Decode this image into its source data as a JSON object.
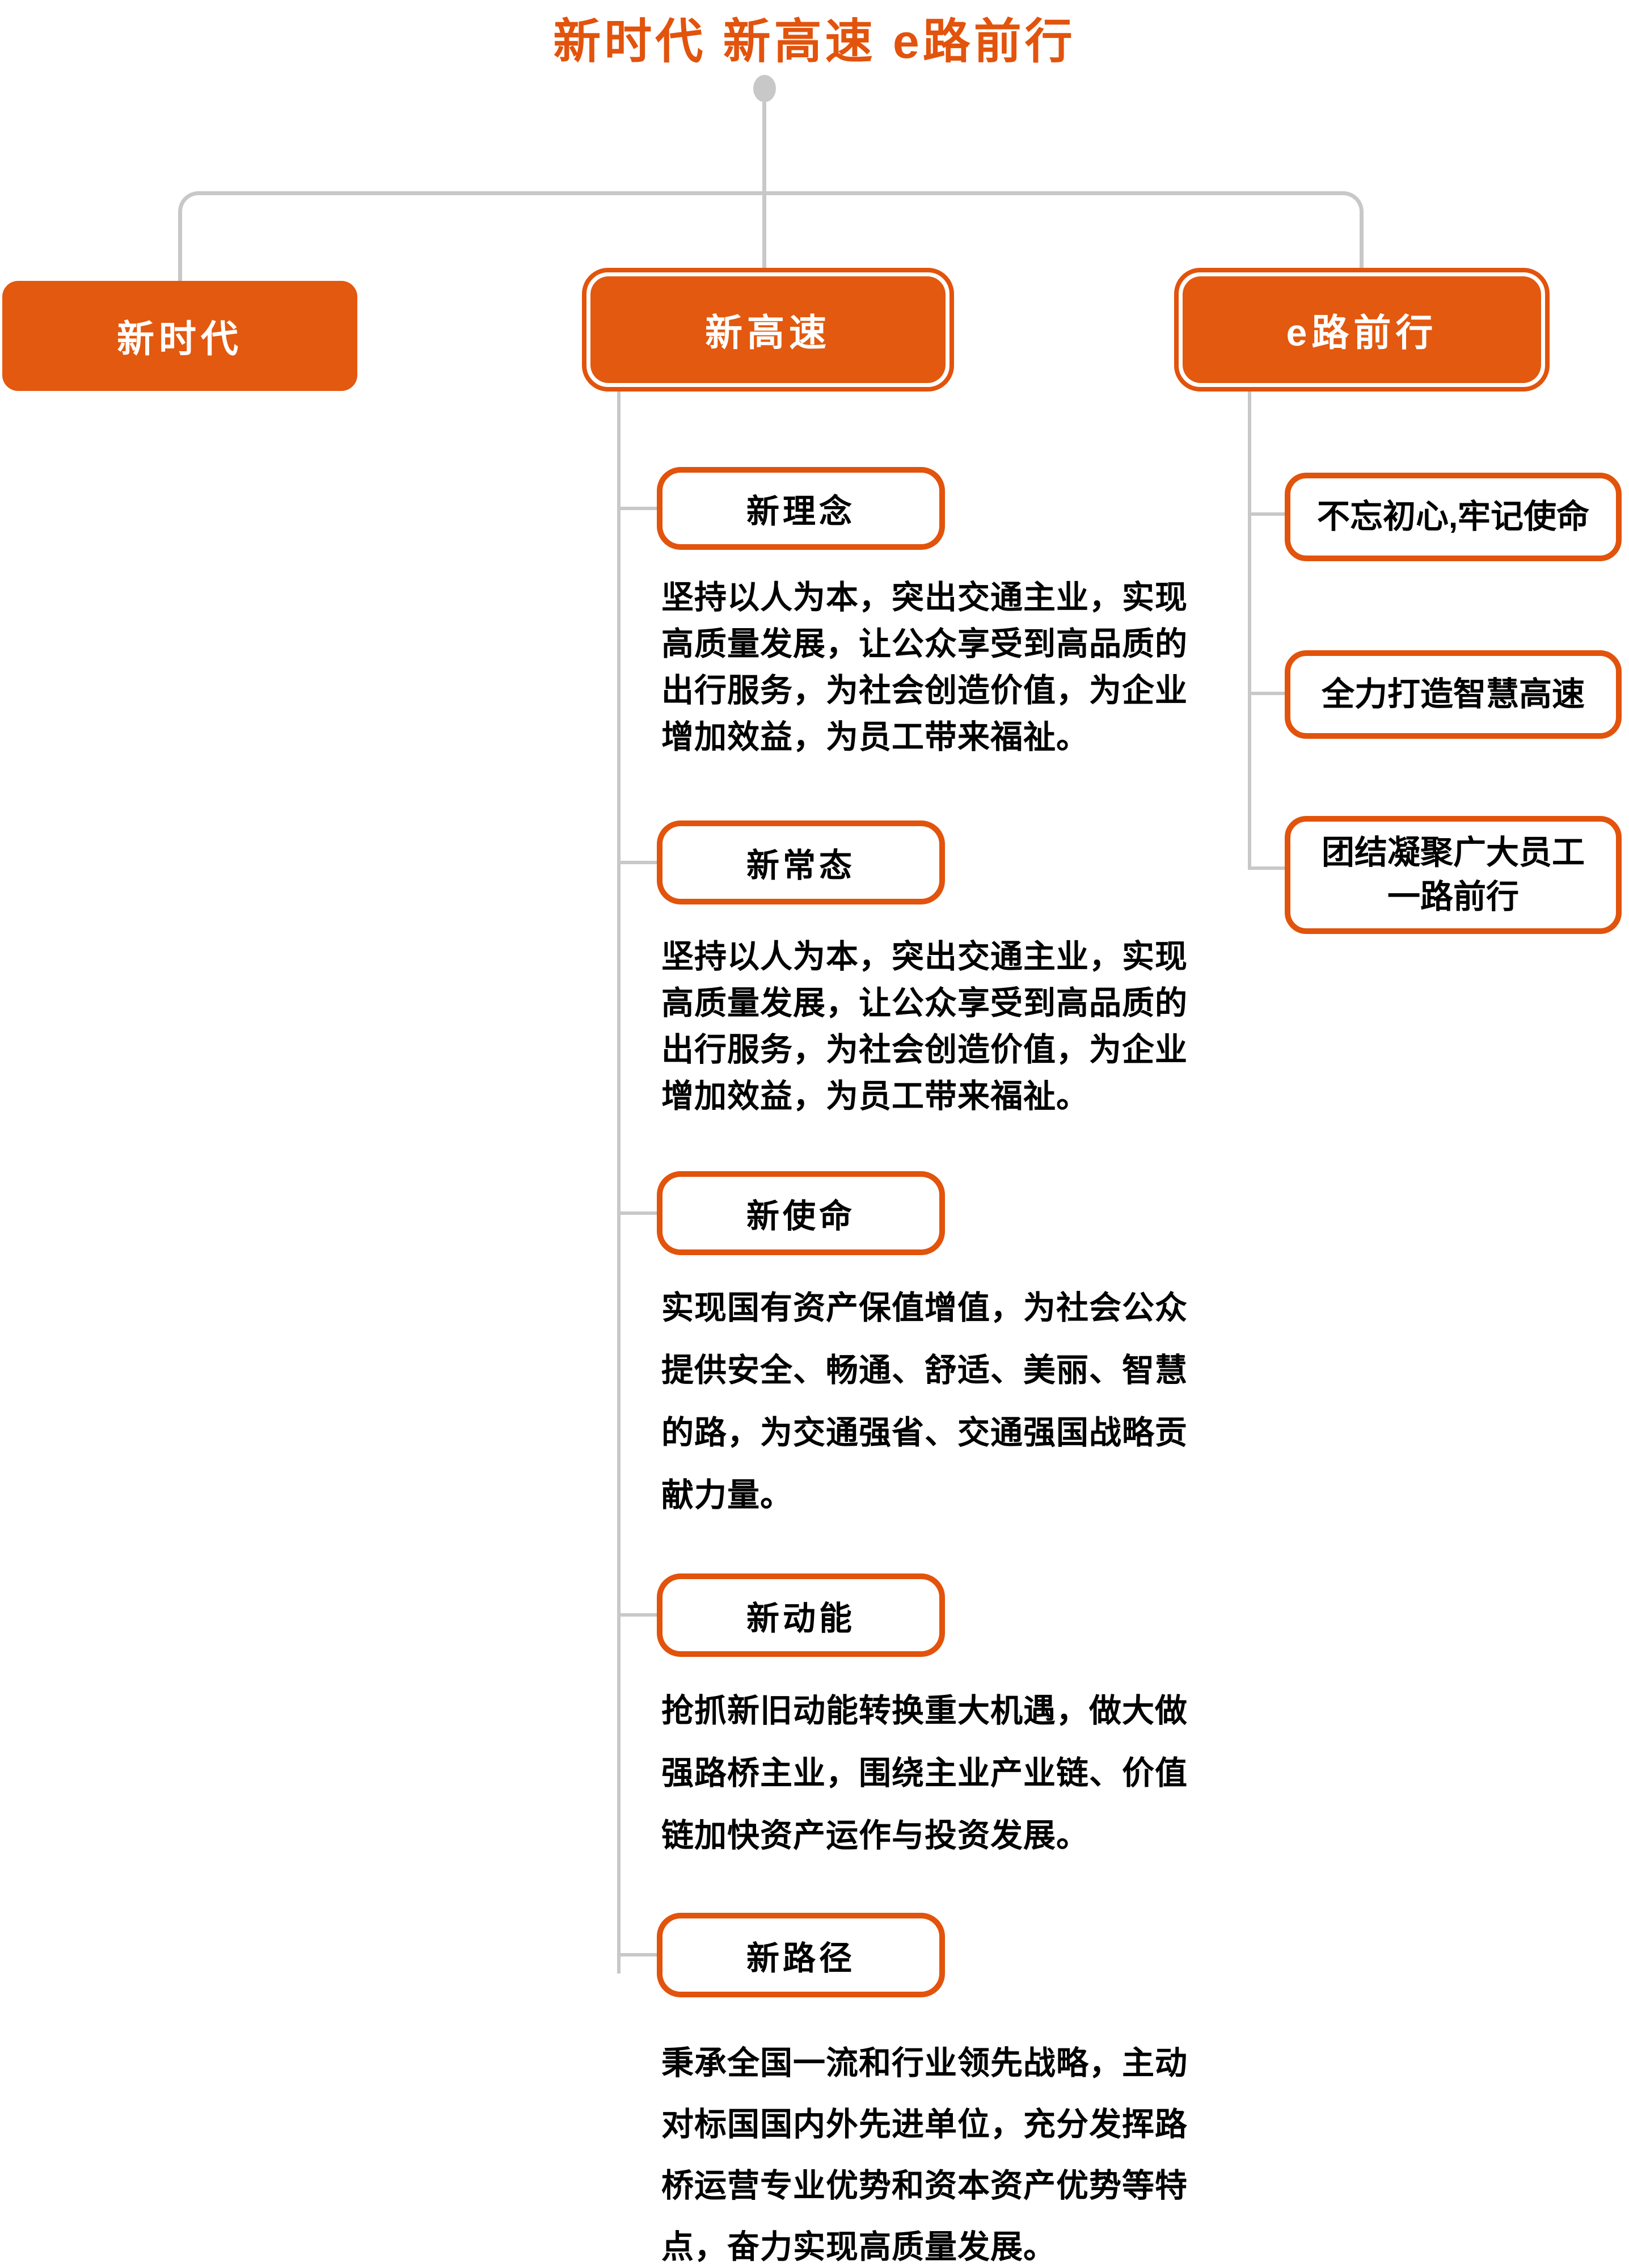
{
  "title": "新时代 新高速 e路前行",
  "colors": {
    "accent": "#E2530C",
    "fill": "#E2590F",
    "connector": "#C8C8C8",
    "text": "#000000",
    "node_text": "#FFFFFF"
  },
  "root": {
    "era": {
      "label": "新时代"
    },
    "expressway": {
      "label": "新高速"
    },
    "eroad": {
      "label": "e路前行"
    }
  },
  "expressway_children": [
    {
      "label": "新理念",
      "desc": "坚持以人为本，突出交通主业，实现\n高质量发展，让公众享受到高品质的\n出行服务，为社会创造价值，为企业\n增加效益，为员工带来福祉。"
    },
    {
      "label": "新常态",
      "desc": "坚持以人为本，突出交通主业，实现\n高质量发展，让公众享受到高品质的\n出行服务，为社会创造价值，为企业\n增加效益，为员工带来福祉。"
    },
    {
      "label": "新使命",
      "desc": "实现国有资产保值增值，为社会公众\n提供安全、畅通、舒适、美丽、智慧\n的路，为交通强省、交通强国战略贡\n献力量。"
    },
    {
      "label": "新动能",
      "desc": "抢抓新旧动能转换重大机遇，做大做\n强路桥主业，围绕主业产业链、价值\n链加快资产运作与投资发展。"
    },
    {
      "label": "新路径",
      "desc": "秉承全国一流和行业领先战略，主动\n对标国国内外先进单位，充分发挥路\n桥运营专业优势和资本资产优势等特\n点，奋力实现高质量发展。"
    }
  ],
  "eroad_children": [
    {
      "label": "不忘初心,牢记使命"
    },
    {
      "label": "全力打造智慧高速"
    },
    {
      "label": "团结凝聚广大员工\n一路前行"
    }
  ]
}
